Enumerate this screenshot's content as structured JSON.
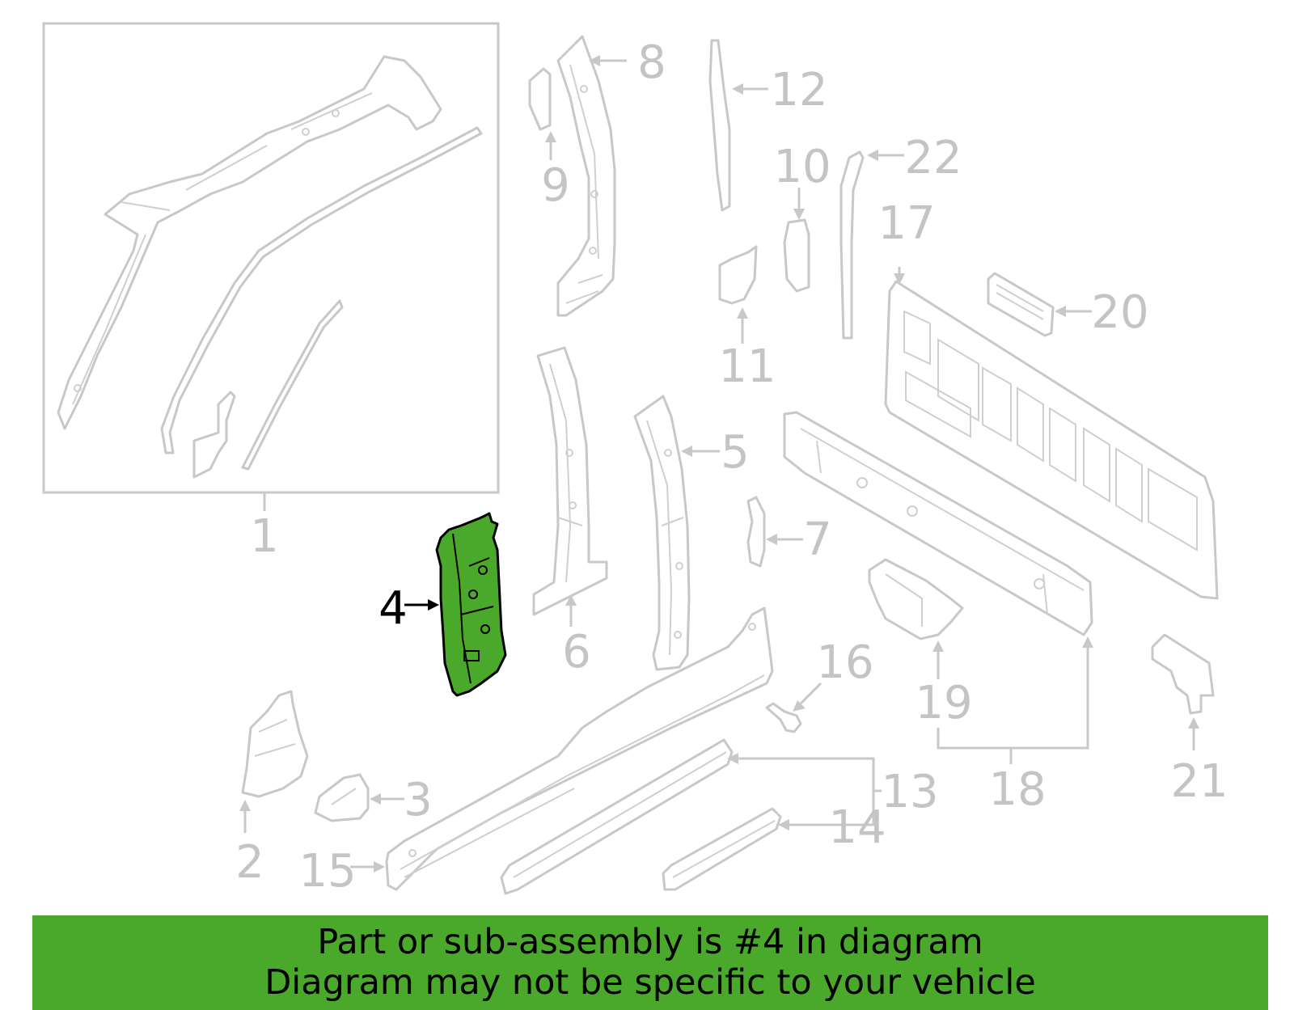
{
  "highlighted_part": "4",
  "callouts": {
    "c1": "1",
    "c2": "2",
    "c3": "3",
    "c4": "4",
    "c5": "5",
    "c6": "6",
    "c7": "7",
    "c8": "8",
    "c9": "9",
    "c10": "10",
    "c11": "11",
    "c12": "12",
    "c13": "13",
    "c14": "14",
    "c15": "15",
    "c16": "16",
    "c17": "17",
    "c18": "18",
    "c19": "19",
    "c20": "20",
    "c21": "21",
    "c22": "22"
  },
  "colors": {
    "highlight": "#4aa82b",
    "line_art": "#c8c8c8",
    "active_label": "#000000"
  },
  "banner": {
    "line1": "Part or sub-assembly is #4 in diagram",
    "line2": "Diagram may not be specific to your vehicle"
  }
}
